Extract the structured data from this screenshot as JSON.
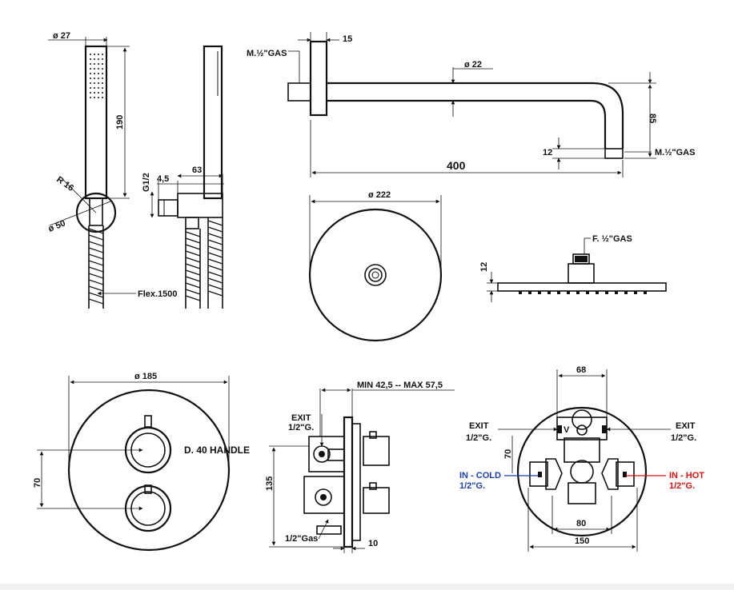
{
  "hand_shower": {
    "width_label": "ø 27",
    "height_label": "190",
    "radius_label": "R 16",
    "base_label": "ø 50",
    "hose_label": "Flex.1500"
  },
  "side_view": {
    "thread_label": "G1/2",
    "offset_label": "4,5",
    "depth_label": "63"
  },
  "shower_arm": {
    "inlet_label": "M.½\"GAS",
    "flange_label": "15",
    "diameter_label": "ø 22",
    "length_label": "400",
    "drop_label": "85",
    "outlet_height_label": "12",
    "outlet_label": "M.½\"GAS"
  },
  "shower_head": {
    "diameter_label": "ø 222",
    "thread_label": "F. ½\"GAS",
    "thickness_label": "12"
  },
  "mixer_plate": {
    "diameter_label": "ø 185",
    "handle_label": "D. 40 HANDLE",
    "spacing_label": "70"
  },
  "mixer_side": {
    "depth_label": "MIN 42,5 -- MAX 57,5",
    "exit_label_1": "EXIT",
    "exit_label_2": "1/2\"G.",
    "height_label": "135",
    "gas_label": "1/2\"Gas",
    "plate_label": "10"
  },
  "mixer_back": {
    "top_width_label": "68",
    "exit_left_1": "EXIT",
    "exit_left_2": "1/2\"G.",
    "exit_right_1": "EXIT",
    "exit_right_2": "1/2\"G.",
    "valve_label": "V",
    "spacing_label": "70",
    "cold_label_1": "IN - COLD",
    "cold_label_2": "1/2\"G.",
    "hot_label_1": "IN - HOT",
    "hot_label_2": "1/2\"G.",
    "inner_width_label": "80",
    "outer_width_label": "150",
    "cold_color": "#1a3fb0",
    "hot_color": "#e01010"
  }
}
